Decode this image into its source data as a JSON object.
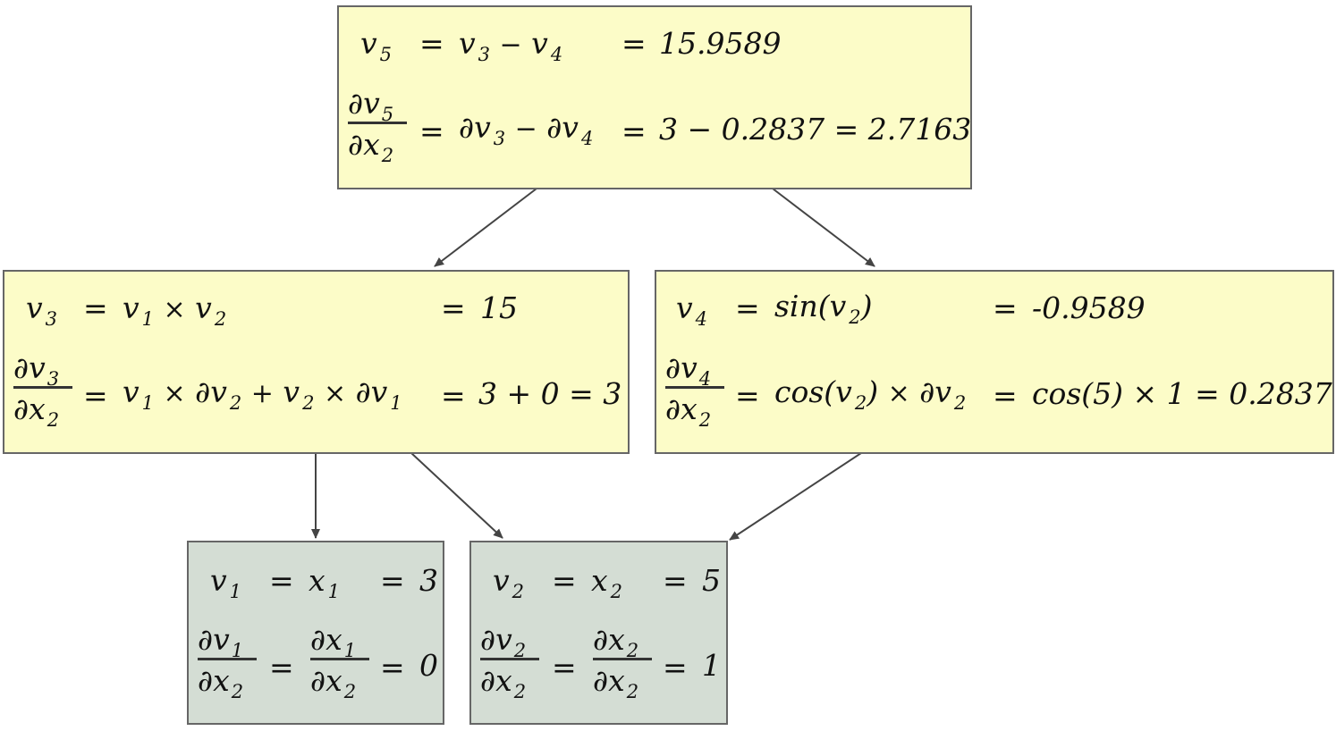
{
  "colors": {
    "computed_node_fill": "#FCFCC8",
    "input_node_fill": "#D4DDD4",
    "border": "#666666",
    "edge": "#444444"
  },
  "nodes": {
    "v5": {
      "l1": {
        "lhs": "v",
        "lhs_sub": "5",
        "eq": "=",
        "expr_a": "v",
        "expr_a_sub": "3",
        "op": "−",
        "expr_b": "v",
        "expr_b_sub": "4",
        "eq2": "=",
        "value": "15.9589"
      },
      "l2": {
        "num": "∂v",
        "num_sub": "5",
        "den": "∂x",
        "den_sub": "2",
        "eq": "=",
        "term_a": "∂v",
        "term_a_sub": "3",
        "op": "−",
        "term_b": "∂v",
        "term_b_sub": "4",
        "eq2": "=",
        "result": "3 − 0.2837 = 2.7163"
      }
    },
    "v3": {
      "l1": {
        "lhs": "v",
        "lhs_sub": "3",
        "eq": "=",
        "expr_a": "v",
        "expr_a_sub": "1",
        "op": "×",
        "expr_b": "v",
        "expr_b_sub": "2",
        "eq2": "=",
        "value": "15"
      },
      "l2": {
        "num": "∂v",
        "num_sub": "3",
        "den": "∂x",
        "den_sub": "2",
        "eq": "=",
        "t1": "v",
        "t1_sub": "1",
        "x1": "×",
        "t2": "∂v",
        "t2_sub": "2",
        "plus": "+",
        "t3": "v",
        "t3_sub": "2",
        "x2": "×",
        "t4": "∂v",
        "t4_sub": "1",
        "eq2": "=",
        "result": "3 + 0 = 3"
      }
    },
    "v4": {
      "l1": {
        "lhs": "v",
        "lhs_sub": "4",
        "eq": "=",
        "fn": "sin(v",
        "fn_sub": "2",
        "fn_close": ")",
        "eq2": "=",
        "value": "-0.9589"
      },
      "l2": {
        "num": "∂v",
        "num_sub": "4",
        "den": "∂x",
        "den_sub": "2",
        "eq": "=",
        "fn": "cos(v",
        "fn_sub": "2",
        "fn_close": ")",
        "x": "×",
        "t": "∂v",
        "t_sub": "2",
        "eq2": "=",
        "result": "cos(5) × 1 = 0.2837"
      }
    },
    "v1": {
      "l1": {
        "lhs": "v",
        "lhs_sub": "1",
        "eq": "=",
        "rhs": "x",
        "rhs_sub": "1",
        "eq2": "=",
        "value": "3"
      },
      "l2": {
        "num": "∂v",
        "num_sub": "1",
        "den": "∂x",
        "den_sub": "2",
        "eq": "=",
        "num2": "∂x",
        "num2_sub": "1",
        "den2": "∂x",
        "den2_sub": "2",
        "eq2": "=",
        "result": "0"
      }
    },
    "v2": {
      "l1": {
        "lhs": "v",
        "lhs_sub": "2",
        "eq": "=",
        "rhs": "x",
        "rhs_sub": "2",
        "eq2": "=",
        "value": "5"
      },
      "l2": {
        "num": "∂v",
        "num_sub": "2",
        "den": "∂x",
        "den_sub": "2",
        "eq": "=",
        "num2": "∂x",
        "num2_sub": "2",
        "den2": "∂x",
        "den2_sub": "2",
        "eq2": "=",
        "result": "1"
      }
    }
  },
  "edges": [
    {
      "from": "v5",
      "to": "v3"
    },
    {
      "from": "v5",
      "to": "v4"
    },
    {
      "from": "v3",
      "to": "v1"
    },
    {
      "from": "v3",
      "to": "v2"
    },
    {
      "from": "v4",
      "to": "v2"
    }
  ]
}
